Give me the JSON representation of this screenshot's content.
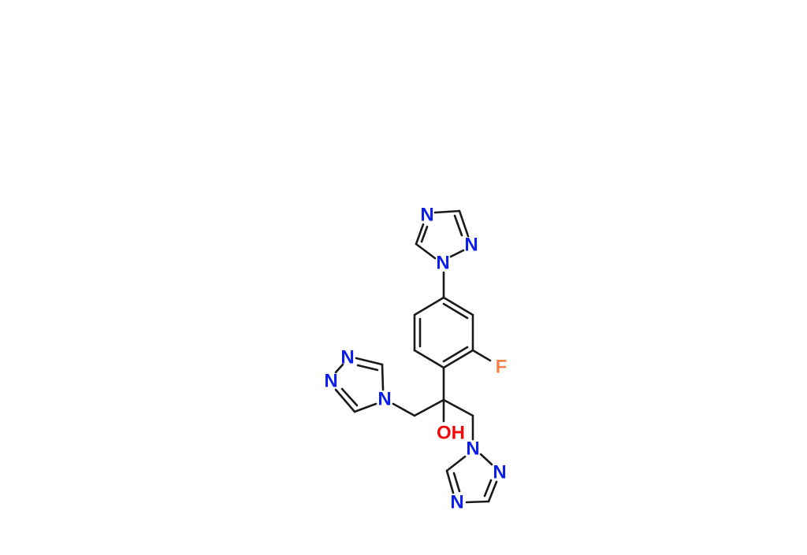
{
  "molecule": {
    "colors": {
      "nitrogen": "#0a1ef0",
      "oxygen": "#f00a0a",
      "fluorine": "#f5834f",
      "bond": "#1a1a1a"
    },
    "atoms": {
      "top_triazole_n4": "N",
      "top_triazole_n2": "N",
      "top_triazole_n1": "N",
      "fluorine": "F",
      "hydroxyl": "OH",
      "left_triazole_n1": "N",
      "left_triazole_n2": "N",
      "left_triazole_n4": "N",
      "bottom_triazole_n1": "N",
      "bottom_triazole_n2": "N",
      "bottom_triazole_n4": "N"
    }
  }
}
